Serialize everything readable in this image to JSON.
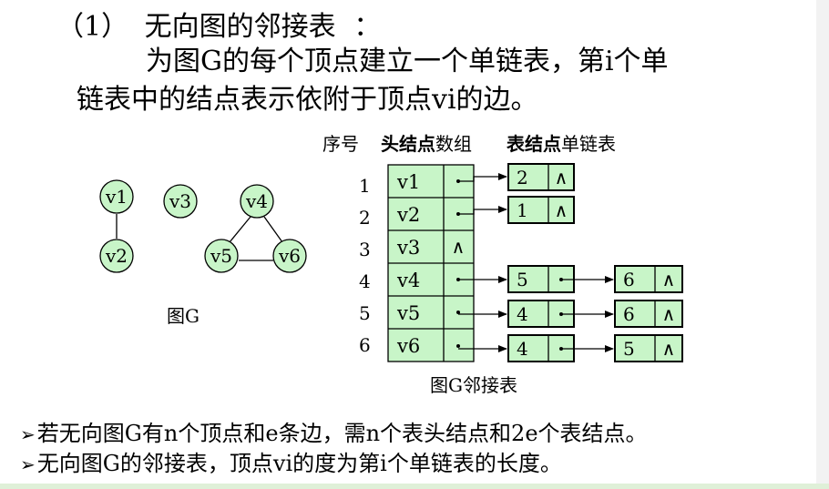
{
  "heading": {
    "prefix": "（1）",
    "term": "无向图的邻接表",
    "colon": "："
  },
  "description": {
    "line1": "为图G的每个顶点建立一个单链表，第i个单",
    "line2": "链表中的结点表示依附于顶点vi的边。"
  },
  "graph": {
    "caption": "图G",
    "vertices": [
      "v1",
      "v2",
      "v3",
      "v4",
      "v5",
      "v6"
    ],
    "edges": [
      [
        "v1",
        "v2"
      ],
      [
        "v4",
        "v5"
      ],
      [
        "v4",
        "v6"
      ],
      [
        "v5",
        "v6"
      ]
    ]
  },
  "adjacency": {
    "header_index": "序号",
    "header_head_bold": "头结点",
    "header_head_rest": "数组",
    "header_table_bold": "表结点",
    "header_table_rest": "单链表",
    "caption": "图G邻接表",
    "null_symbol": "∧",
    "rows": [
      {
        "index": "1",
        "vertex": "v1",
        "list": [
          "2"
        ]
      },
      {
        "index": "2",
        "vertex": "v2",
        "list": [
          "1"
        ]
      },
      {
        "index": "3",
        "vertex": "v3",
        "list": []
      },
      {
        "index": "4",
        "vertex": "v4",
        "list": [
          "5",
          "6"
        ]
      },
      {
        "index": "5",
        "vertex": "v5",
        "list": [
          "4",
          "6"
        ]
      },
      {
        "index": "6",
        "vertex": "v6",
        "list": [
          "4",
          "5"
        ]
      }
    ]
  },
  "bullets": {
    "mark": "➢",
    "items": [
      "若无向图G有n个顶点和e条边，需n个表头结点和2e个表结点。",
      "无向图G的邻接表，顶点vi的度为第i个单链表的长度。"
    ]
  },
  "colors": {
    "node_fill": "#c8f5c8",
    "stroke": "#000000"
  }
}
